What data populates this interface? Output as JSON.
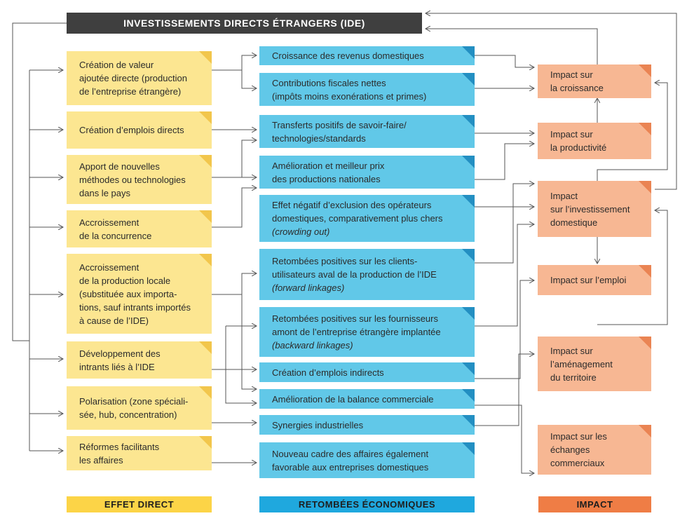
{
  "title": "INVESTISSEMENTS DIRECTS ÉTRANGERS (IDE)",
  "direct": [
    {
      "text": "Création de valeur\najoutée directe (production\nde l’entreprise étrangère)"
    },
    {
      "text": "Création d’emplois directs"
    },
    {
      "text": "Apport de nouvelles\nméthodes ou technologies\ndans le pays"
    },
    {
      "text": "Accroissement\nde la concurrence"
    },
    {
      "text": "Accroissement\nde la production locale\n(substituée aux importa-\ntions, sauf intrants importés\nà cause de l’IDE)"
    },
    {
      "text": "Développement des\nintrants liés à l’IDE"
    },
    {
      "text": "Polarisation (zone spéciali-\nsée, hub, concentration)"
    },
    {
      "text": "Réformes facilitants\nles affaires"
    }
  ],
  "spillovers": [
    {
      "text": "Croissance des revenus domestiques",
      "italic": ""
    },
    {
      "text": "Contributions fiscales nettes\n(impôts moins exonérations et primes)",
      "italic": ""
    },
    {
      "text": "Transferts positifs de savoir-faire/\ntechnologies/standards",
      "italic": ""
    },
    {
      "text": "Amélioration et meilleur prix\ndes productions nationales",
      "italic": ""
    },
    {
      "text": "Effet négatif d’exclusion des opérateurs\ndomestiques, comparativement plus chers",
      "italic": "(crowding out)"
    },
    {
      "text": "Retombées positives sur les clients-\nutilisateurs aval de la production de l’IDE",
      "italic": "(forward linkages)"
    },
    {
      "text": "Retombées positives sur les fournisseurs\namont de l’entreprise étrangère implantée",
      "italic": "(backward linkages)"
    },
    {
      "text": "Création d’emplois indirects",
      "italic": ""
    },
    {
      "text": "Amélioration de la balance commerciale",
      "italic": ""
    },
    {
      "text": "Synergies industrielles",
      "italic": ""
    },
    {
      "text": "Nouveau cadre des affaires également\nfavorable aux entreprises domestiques",
      "italic": ""
    }
  ],
  "impacts": [
    {
      "text": "Impact sur\nla croissance"
    },
    {
      "text": "Impact sur\nla productivité"
    },
    {
      "text": "Impact\nsur l’investissement\ndomestique"
    },
    {
      "text": "Impact sur l’emploi"
    },
    {
      "text": "Impact sur\nl’aménagement\ndu territoire"
    },
    {
      "text": "Impact sur les\néchanges\ncommerciaux"
    }
  ],
  "footer": {
    "direct": "EFFET DIRECT",
    "spillovers": "RETOMBÉES ÉCONOMIQUES",
    "impact": "IMPACT"
  },
  "colors": {
    "yellow": "#fce691",
    "yellow_fold": "#f2c64c",
    "blue": "#61c8e8",
    "blue_fold": "#238fc2",
    "orange": "#f7b793",
    "orange_fold": "#ea8453",
    "title_bg": "#3f3f3f",
    "lines": "#555555"
  }
}
